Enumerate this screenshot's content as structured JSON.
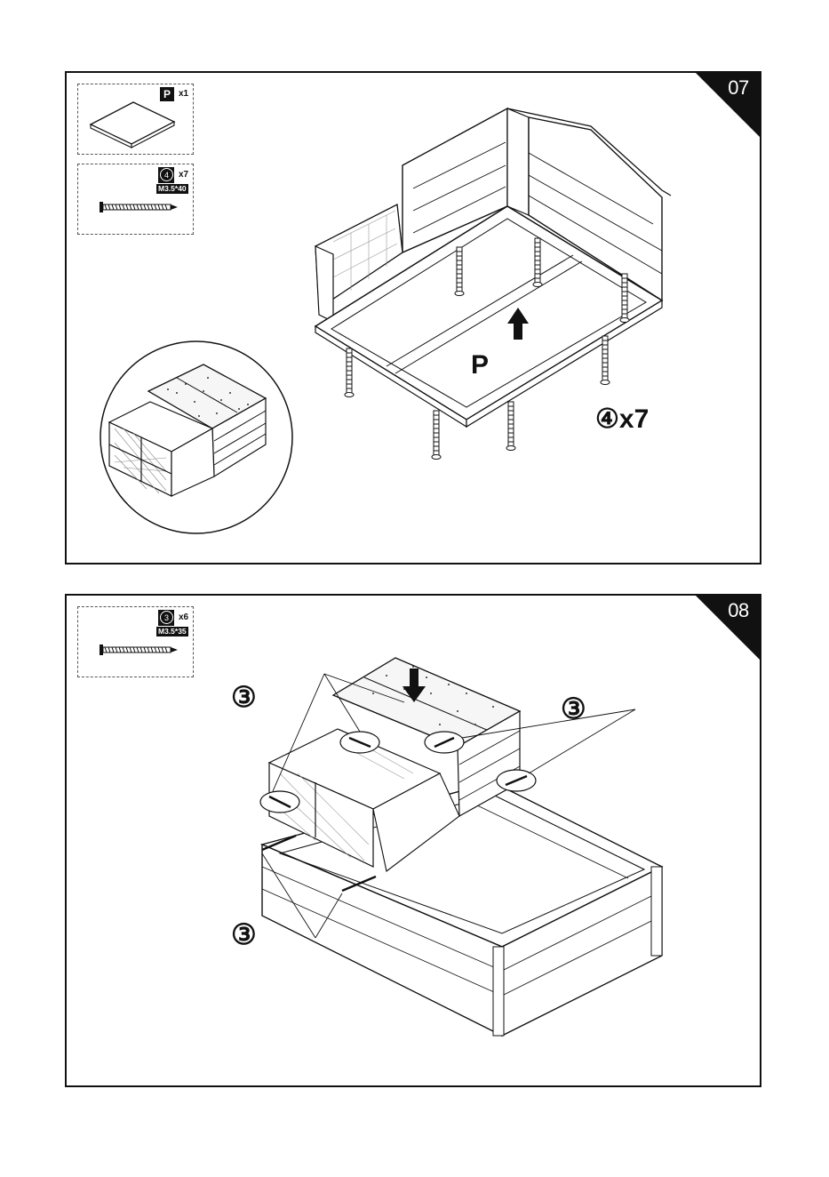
{
  "step07": {
    "number": "07",
    "parts": [
      {
        "code": "P",
        "qty": "x1"
      },
      {
        "code": "4",
        "qty": "x7",
        "spec": "M3.5*40"
      }
    ],
    "part_label": "P",
    "screw_callout": "④x7"
  },
  "step08": {
    "number": "08",
    "parts": [
      {
        "code": "3",
        "qty": "x6",
        "spec": "M3.5*35"
      }
    ],
    "callouts": [
      "③",
      "③",
      "③"
    ]
  },
  "colors": {
    "ink": "#111111",
    "paper": "#ffffff"
  }
}
